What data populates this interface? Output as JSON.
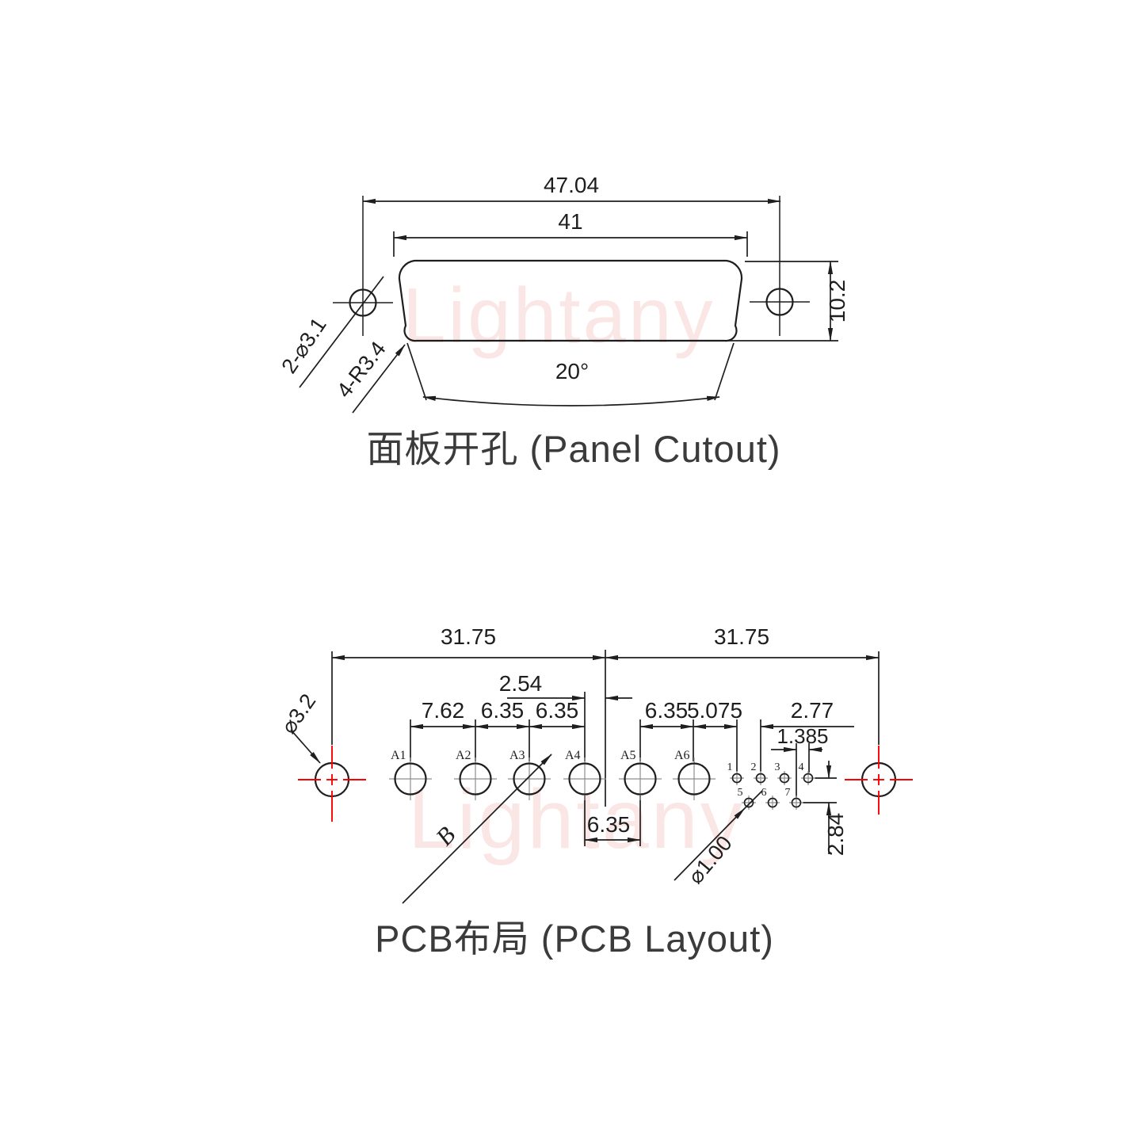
{
  "watermark": {
    "text": "Lightany"
  },
  "colors": {
    "line": "#1e1e1e",
    "red": "#ff0000",
    "gray": "#8d8d8d",
    "title": "#3b3b3b",
    "watermark": "#f6d3d1"
  },
  "panel_cutout": {
    "title": "面板开孔 (Panel Cutout)",
    "outer_width": "47.04",
    "cutout_width": "41",
    "cutout_height": "10.2",
    "side_angle": "20°",
    "mount_hole_callout": "2-⌀3.1",
    "corner_radius_callout": "4-R3.4"
  },
  "pcb_layout": {
    "title": "PCB布局 (PCB Layout)",
    "left_span": "31.75",
    "right_span": "31.75",
    "a4_to_center": "2.54",
    "a1_a2": "7.62",
    "a2_a3": "6.35",
    "a3_a4": "6.35",
    "a5_a6": "6.35",
    "a6_pin1": "5.075",
    "pin_pitch": "2.77",
    "row_offset": "1.385",
    "a4_a5": "6.35",
    "row_spacing": "2.84",
    "mount_hole_dia": "⌀3.2",
    "pin_hole_dia": "⌀1.00",
    "coax_hole_label": "B",
    "contacts": [
      "A1",
      "A2",
      "A3",
      "A4",
      "A5",
      "A6"
    ],
    "pins": [
      "1",
      "2",
      "3",
      "4",
      "5",
      "6",
      "7"
    ]
  }
}
